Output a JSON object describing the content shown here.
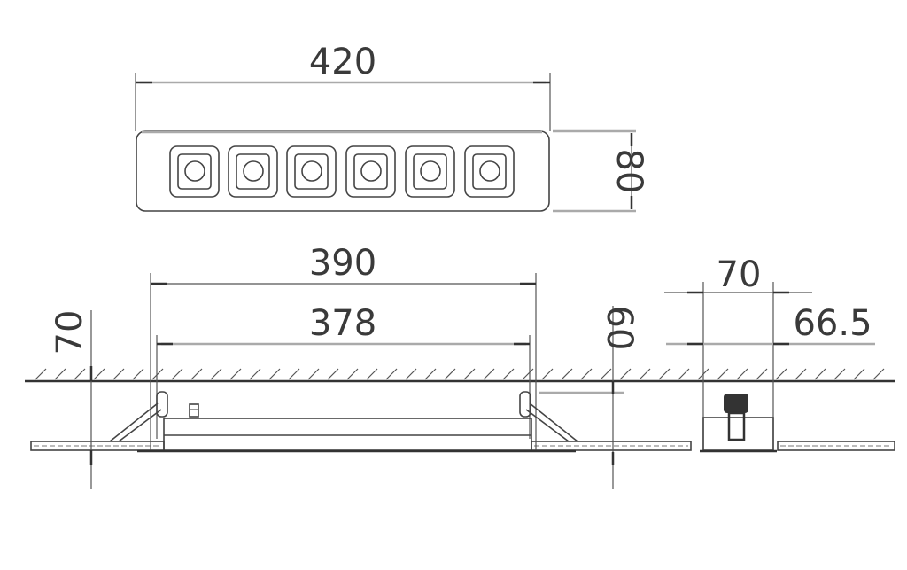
{
  "top_view": {
    "width_label": "420",
    "height_label": "80",
    "led_modules": 6
  },
  "front_section": {
    "outer_width_label": "390",
    "inner_width_label": "378",
    "left_height_label": "70",
    "right_height_label": "60"
  },
  "side_section": {
    "outer_width_label": "70",
    "cutout_width_label": "66.5"
  }
}
